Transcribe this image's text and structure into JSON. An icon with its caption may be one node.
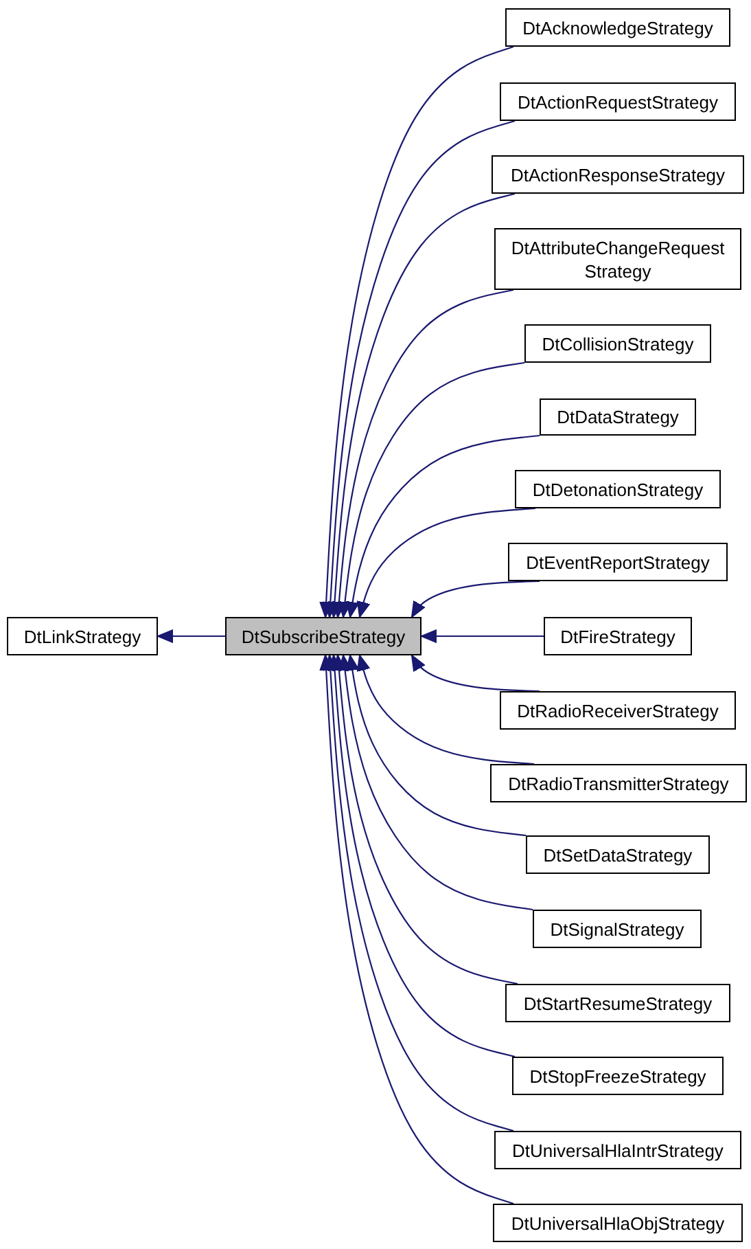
{
  "diagram": {
    "nodes": [
      {
        "text": [
          "DtLinkStrategy"
        ]
      },
      {
        "text": [
          "DtSubscribeStrategy"
        ]
      },
      {
        "text": [
          "DtAcknowledgeStrategy"
        ]
      },
      {
        "text": [
          "DtActionRequestStrategy"
        ]
      },
      {
        "text": [
          "DtActionResponseStrategy"
        ]
      },
      {
        "text": [
          "DtAttributeChangeRequest Strategy"
        ]
      },
      {
        "text": [
          "DtCollisionStrategy"
        ]
      },
      {
        "text": [
          "DtDataStrategy"
        ]
      },
      {
        "text": [
          "DtDetonationStrategy"
        ]
      },
      {
        "text": [
          "DtEventReportStrategy"
        ]
      },
      {
        "text": [
          "DtFireStrategy"
        ]
      },
      {
        "text": [
          "DtRadioReceiverStrategy"
        ]
      },
      {
        "text": [
          "DtRadioTransmitterStrategy"
        ]
      },
      {
        "text": [
          "DtSetDataStrategy"
        ]
      },
      {
        "text": [
          "DtSignalStrategy"
        ]
      },
      {
        "text": [
          "DtStartResumeStrategy"
        ]
      },
      {
        "text": [
          "DtStopFreezeStrategy"
        ]
      },
      {
        "text": [
          "DtUniversalHlaIntrStrategy"
        ]
      },
      {
        "text": [
          "DtUniversalHlaObjStrategy"
        ]
      }
    ],
    "edges": [
      {
        "from": 1,
        "to": 0,
        "arrow": "to"
      },
      {
        "from": 2,
        "to": 1,
        "arrow": "to"
      },
      {
        "from": 3,
        "to": 1,
        "arrow": "to"
      },
      {
        "from": 4,
        "to": 1,
        "arrow": "to"
      },
      {
        "from": 5,
        "to": 1,
        "arrow": "to"
      },
      {
        "from": 6,
        "to": 1,
        "arrow": "to"
      },
      {
        "from": 7,
        "to": 1,
        "arrow": "to"
      },
      {
        "from": 8,
        "to": 1,
        "arrow": "to"
      },
      {
        "from": 9,
        "to": 1,
        "arrow": "to"
      },
      {
        "from": 10,
        "to": 1,
        "arrow": "to"
      },
      {
        "from": 11,
        "to": 1,
        "arrow": "to"
      },
      {
        "from": 12,
        "to": 1,
        "arrow": "to"
      },
      {
        "from": 13,
        "to": 1,
        "arrow": "to"
      },
      {
        "from": 14,
        "to": 1,
        "arrow": "to"
      },
      {
        "from": 15,
        "to": 1,
        "arrow": "to"
      },
      {
        "from": 16,
        "to": 1,
        "arrow": "to"
      },
      {
        "from": 17,
        "to": 1,
        "arrow": "to"
      },
      {
        "from": 18,
        "to": 1,
        "arrow": "to"
      }
    ]
  }
}
